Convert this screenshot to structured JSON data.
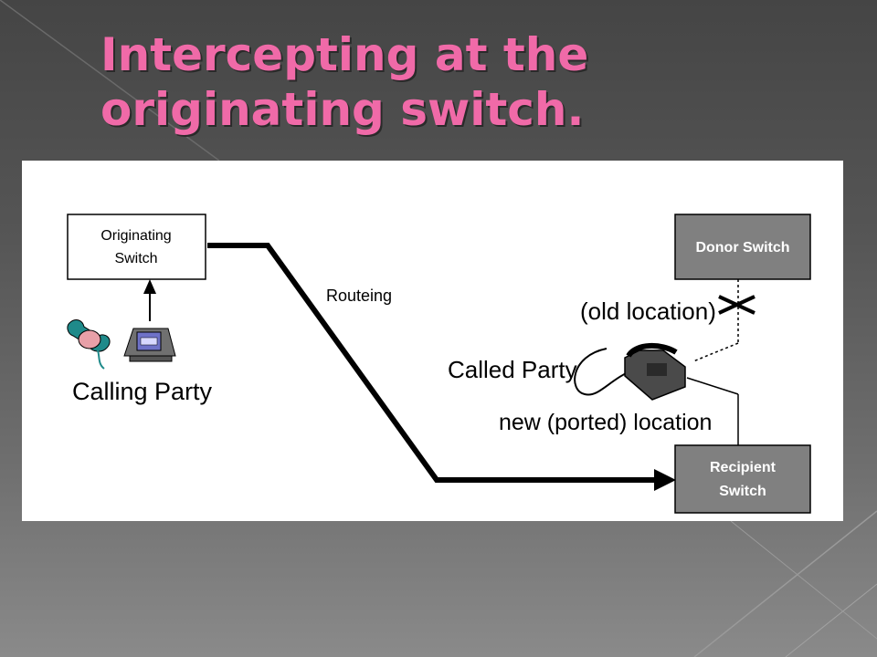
{
  "slide": {
    "title": "Intercepting at the originating switch."
  },
  "diagram": {
    "originating_switch": {
      "line1": "Originating",
      "line2": "Switch"
    },
    "calling_party_label": "Calling Party",
    "routeing_label": "Routeing",
    "donor_switch_label": "Donor Switch",
    "old_location_label": "(old location)",
    "called_party_label": "Called Party",
    "new_location_label": "new (ported) location",
    "recipient_switch": {
      "line1": "Recipient",
      "line2": "Switch"
    }
  },
  "colors": {
    "title": "#f06aa8",
    "switch_box_gray": "#808080",
    "route_line": "#000000"
  }
}
